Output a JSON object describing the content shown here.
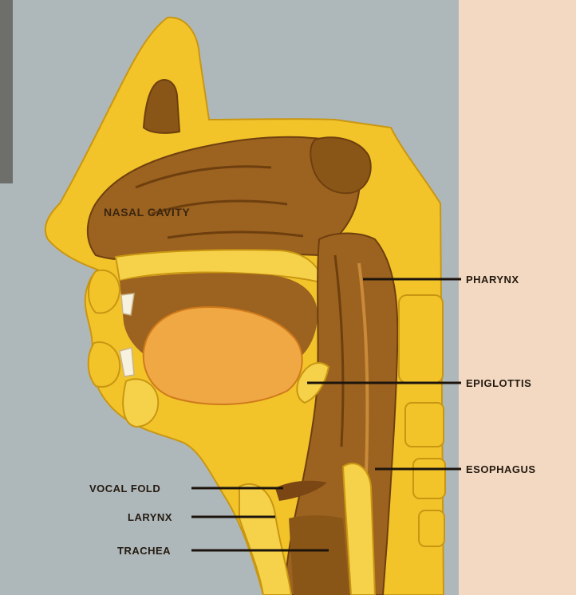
{
  "diagram": {
    "labels": {
      "nasal_cavity": "NASAL CAVITY",
      "pharynx": "PHARYNX",
      "epiglottis": "EPIGLOTTIS",
      "esophagus": "ESOPHAGUS",
      "vocal_fold": "VOCAL FOLD",
      "larynx": "LARYNX",
      "trachea": "TRACHEA"
    }
  }
}
